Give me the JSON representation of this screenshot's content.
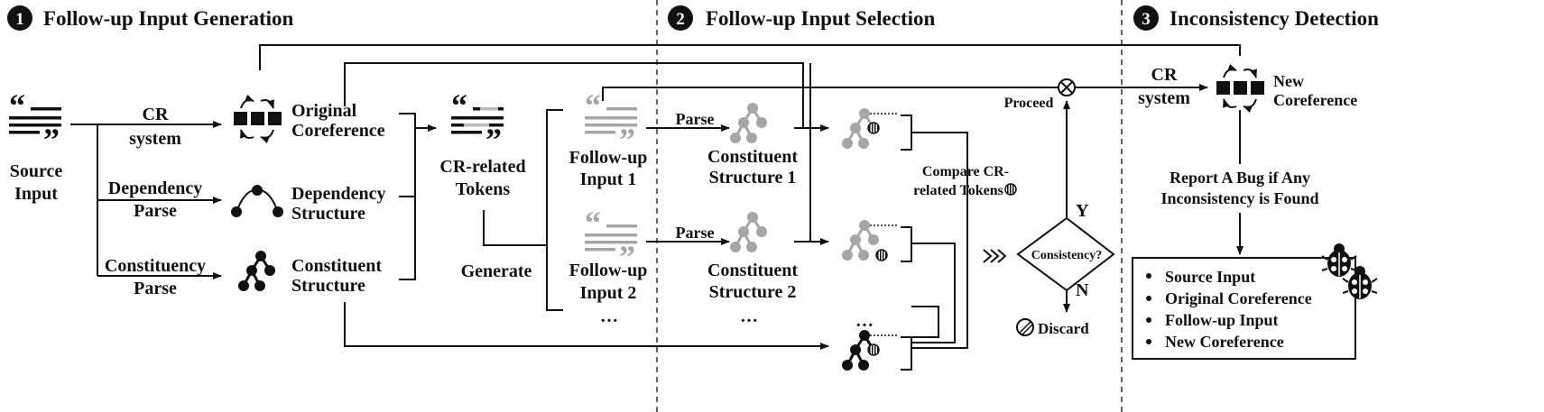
{
  "sections": [
    {
      "number": "1",
      "title": "Follow-up Input Generation"
    },
    {
      "number": "2",
      "title": "Follow-up Input Selection"
    },
    {
      "number": "3",
      "title": "Inconsistency Detection"
    }
  ],
  "source": {
    "line1": "Source",
    "line2": "Input"
  },
  "edges": {
    "cr": {
      "line1": "CR",
      "line2": "system"
    },
    "dep": {
      "line1": "Dependency",
      "line2": "Parse"
    },
    "const": {
      "line1": "Constituency",
      "line2": "Parse"
    },
    "parse": "Parse",
    "generate": "Generate",
    "proceed": "Proceed",
    "yes": "Y",
    "no": "N",
    "cr3": {
      "line1": "CR",
      "line2": "system"
    }
  },
  "structures": {
    "orig": {
      "line1": "Original",
      "line2": "Coreference"
    },
    "dep": {
      "line1": "Dependency",
      "line2": "Structure"
    },
    "const": {
      "line1": "Constituent",
      "line2": "Structure"
    }
  },
  "tokens": {
    "line1": "CR-related",
    "line2": "Tokens"
  },
  "followups": [
    {
      "line1": "Follow-up",
      "line2": "Input 1"
    },
    {
      "line1": "Follow-up",
      "line2": "Input 2"
    }
  ],
  "constituents": [
    {
      "line1": "Constituent",
      "line2": "Structure 1"
    },
    {
      "line1": "Constituent",
      "line2": "Structure 2"
    }
  ],
  "ellipsis": "…",
  "compare": {
    "line1": "Compare CR-",
    "line2": "related Tokens"
  },
  "decision": "Consistency?",
  "discard": "Discard",
  "newcoref": {
    "line1": "New",
    "line2": "Coreference"
  },
  "report": {
    "line1": "Report A Bug if Any",
    "line2": "Inconsistency is Found"
  },
  "bug_items": [
    "Source Input",
    "Original Coreference",
    "Follow-up Input",
    "New Coreference"
  ],
  "colors": {
    "ink": "#111111",
    "gray": "#a6a6a6"
  }
}
